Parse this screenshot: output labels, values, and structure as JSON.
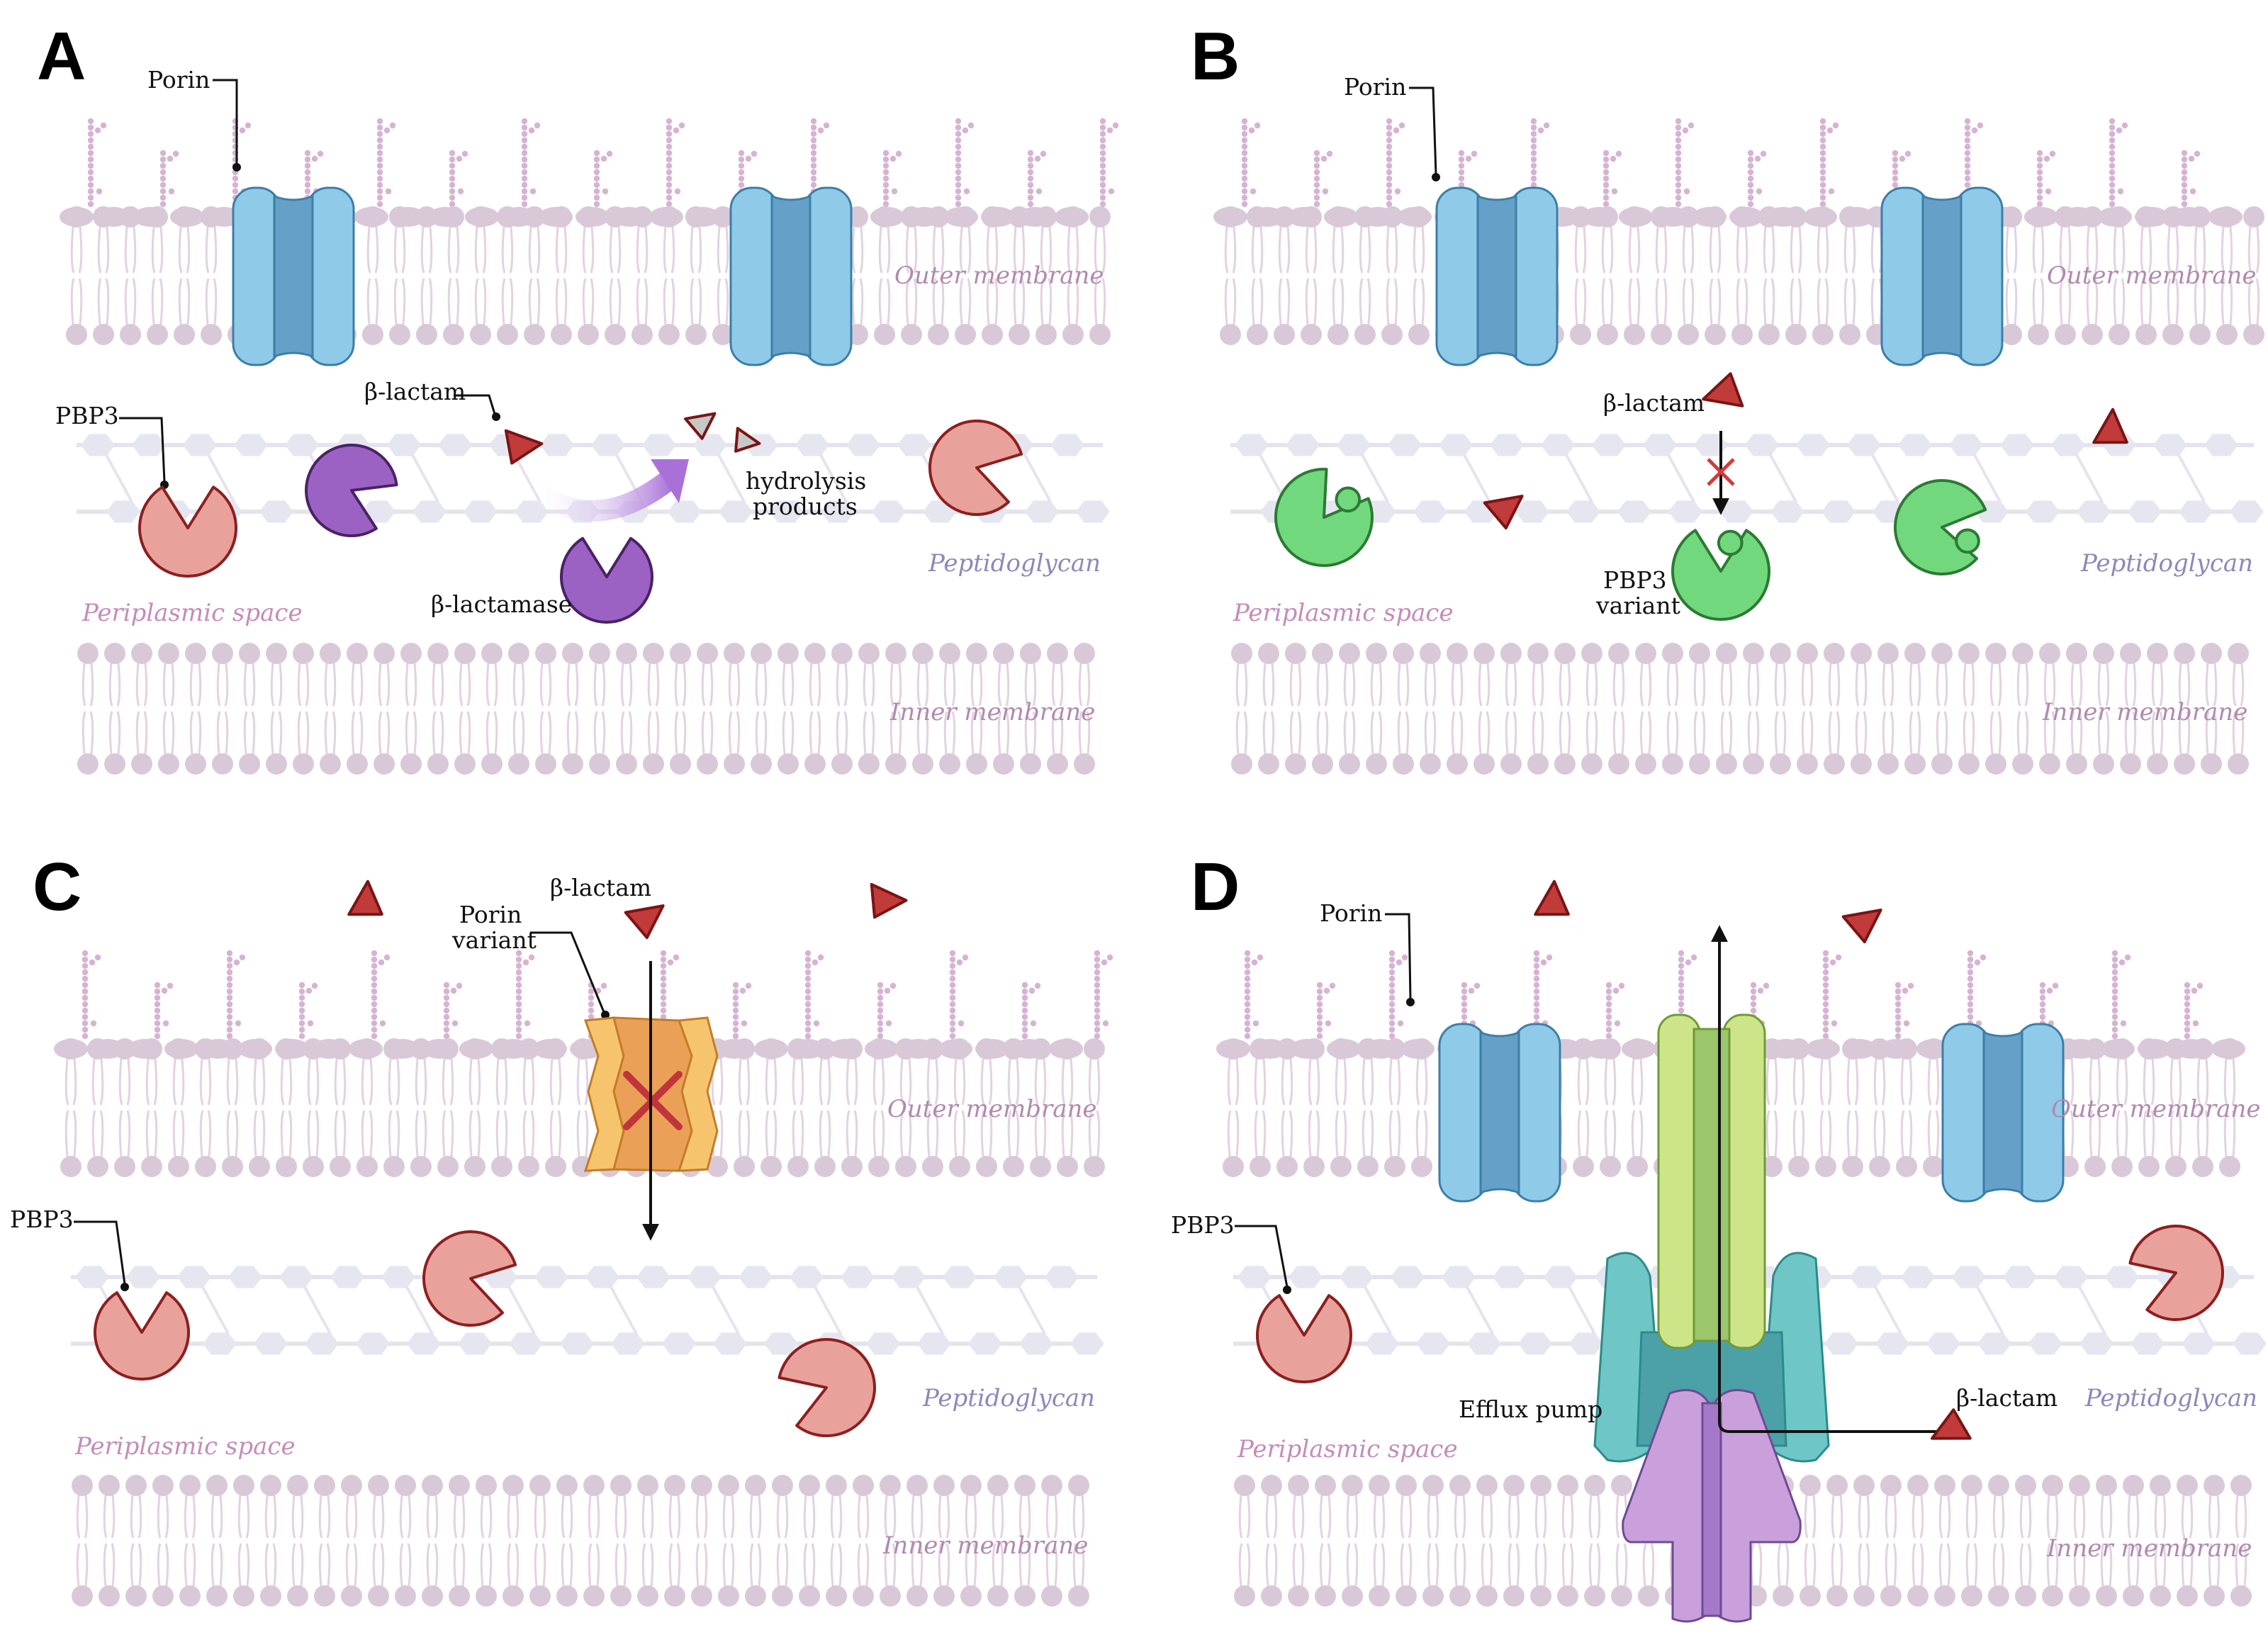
{
  "colors": {
    "lipid": "#d9c9d8",
    "lipid_tail": "#e3d2e2",
    "lps_dot": "#d6b3d3",
    "peptido_hex": "#e6e6f1",
    "peptido_line": "#e6e3ee",
    "porin_outer": "#8fcbe9",
    "porin_inner": "#65a0c8",
    "porin_stroke": "#3d7ea7",
    "pbp3": "#e9a19c",
    "pbp3_stroke": "#8d1f1f",
    "beta_lactam": "#c23b3b",
    "beta_lactam_stroke": "#7b1414",
    "beta_lactamase": "#9b62c4",
    "beta_lactamase_stroke": "#4a2266",
    "pbp3_variant": "#72d87d",
    "pbp3_variant_stroke": "#2c7a34",
    "porin_variant": "#f7c46e",
    "porin_variant_inner": "#eba057",
    "porin_variant_stroke": "#c37d26",
    "efflux_green": "#cde588",
    "efflux_green_inner": "#9bc66a",
    "efflux_teal": "#6ec6c6",
    "efflux_teal_inner": "#4ba1a7",
    "efflux_purple": "#c9a0dc",
    "efflux_purple_inner": "#a47ac8",
    "region_membrane": "#b08aaf",
    "region_peptido": "#8f87b9",
    "region_periplasm": "#c48cb9",
    "block_cross": "#d23a3a"
  },
  "panels": {
    "A": {
      "letter": "A",
      "porin": "Porin",
      "pbp3": "PBP3",
      "beta_lactam": "β-lactam",
      "hydrolysis_line1": "hydrolysis",
      "hydrolysis_line2": "products",
      "beta_lactamase": "β-lactamase",
      "outer_membrane": "Outer membrane",
      "peptidoglycan": "Peptidoglycan",
      "periplasmic_space": "Periplasmic space",
      "inner_membrane": "Inner membrane"
    },
    "B": {
      "letter": "B",
      "porin": "Porin",
      "beta_lactam": "β-lactam",
      "pbp3_variant_line1": "PBP3",
      "pbp3_variant_line2": "variant",
      "outer_membrane": "Outer membrane",
      "peptidoglycan": "Peptidoglycan",
      "periplasmic_space": "Periplasmic space",
      "inner_membrane": "Inner membrane"
    },
    "C": {
      "letter": "C",
      "beta_lactam": "β-lactam",
      "porin_variant_line1": "Porin",
      "porin_variant_line2": "variant",
      "pbp3": "PBP3",
      "outer_membrane": "Outer membrane",
      "peptidoglycan": "Peptidoglycan",
      "periplasmic_space": "Periplasmic space",
      "inner_membrane": "Inner membrane"
    },
    "D": {
      "letter": "D",
      "porin": "Porin",
      "pbp3": "PBP3",
      "efflux_pump": "Efflux pump",
      "beta_lactam": "β-lactam",
      "outer_membrane": "Outer membrane",
      "peptidoglycan": "Peptidoglycan",
      "periplasmic_space": "Periplasmic space",
      "inner_membrane": "Inner membrane"
    }
  }
}
